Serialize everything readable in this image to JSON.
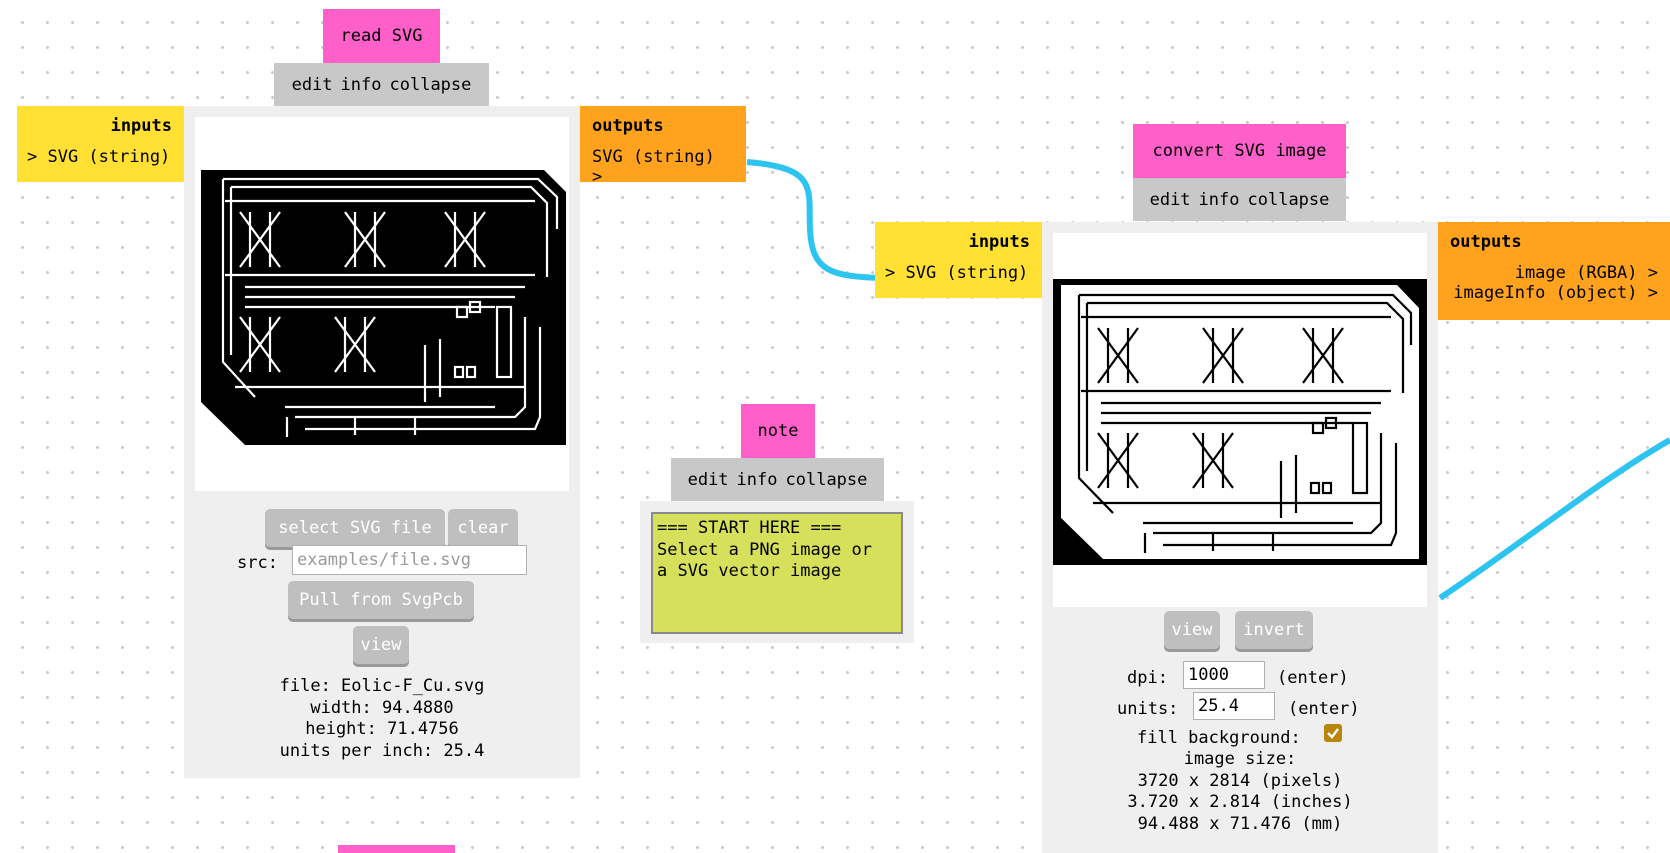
{
  "nodes": {
    "read_svg": {
      "title": "read SVG",
      "actions": [
        "edit",
        "info",
        "collapse"
      ],
      "inputs": {
        "header": "inputs",
        "ports": [
          "> SVG (string)"
        ]
      },
      "outputs": {
        "header": "outputs",
        "ports": [
          "SVG (string) >"
        ]
      },
      "select_button": "select SVG file",
      "clear_button": "clear",
      "src_label": "src:",
      "src_placeholder": "examples/file.svg",
      "pull_button": "Pull from SvgPcb",
      "view_button": "view",
      "info_lines": [
        "file: Eolic-F_Cu.svg",
        "width: 94.4880",
        "height: 71.4756",
        "units per inch: 25.4"
      ]
    },
    "note": {
      "title": "note",
      "actions": [
        "edit",
        "info",
        "collapse"
      ],
      "text": "=== START HERE ===\nSelect a PNG image or\na SVG vector image"
    },
    "convert_svg": {
      "title": "convert SVG image",
      "actions": [
        "edit",
        "info",
        "collapse"
      ],
      "inputs": {
        "header": "inputs",
        "ports": [
          "> SVG (string)"
        ]
      },
      "outputs": {
        "header": "outputs",
        "ports": [
          "image (RGBA) >",
          "imageInfo (object) >"
        ]
      },
      "view_button": "view",
      "invert_button": "invert",
      "dpi_label": "dpi:",
      "dpi_value": "1000",
      "units_label": "units:",
      "units_value": "25.4",
      "enter_hint": "(enter)",
      "fill_background_label": "fill background:",
      "fill_background_checked": true,
      "image_size_label": "image size:",
      "size_lines": [
        "3720 x 2814 (pixels)",
        "3.720 x 2.814 (inches)",
        "94.488 x 71.476 (mm)"
      ]
    }
  },
  "colors": {
    "title_tag": "#ff5fc8",
    "action_bar": "#c8c8c8",
    "inputs": "#ffe033",
    "outputs": "#ffa21e",
    "wire": "#2ec4f2",
    "note_bg": "#d6e05a",
    "checkbox": "#b8860b"
  }
}
